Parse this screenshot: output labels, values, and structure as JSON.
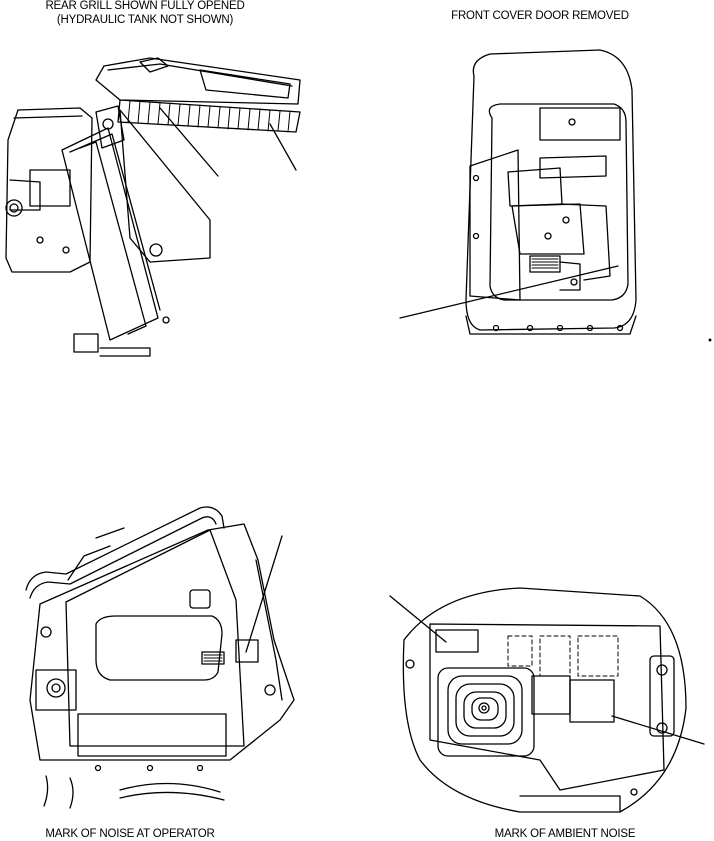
{
  "captions": {
    "rear_grill_line1": "REAR GRILL SHOWN FULLY OPENED",
    "rear_grill_line2": "(HYDRAULIC TANK NOT SHOWN)",
    "front_cover": "FRONT COVER DOOR REMOVED",
    "operator_noise": "MARK OF NOISE AT OPERATOR",
    "ambient_noise": "MARK OF AMBIENT NOISE"
  },
  "colors": {
    "line": "#000000",
    "background": "#ffffff"
  }
}
